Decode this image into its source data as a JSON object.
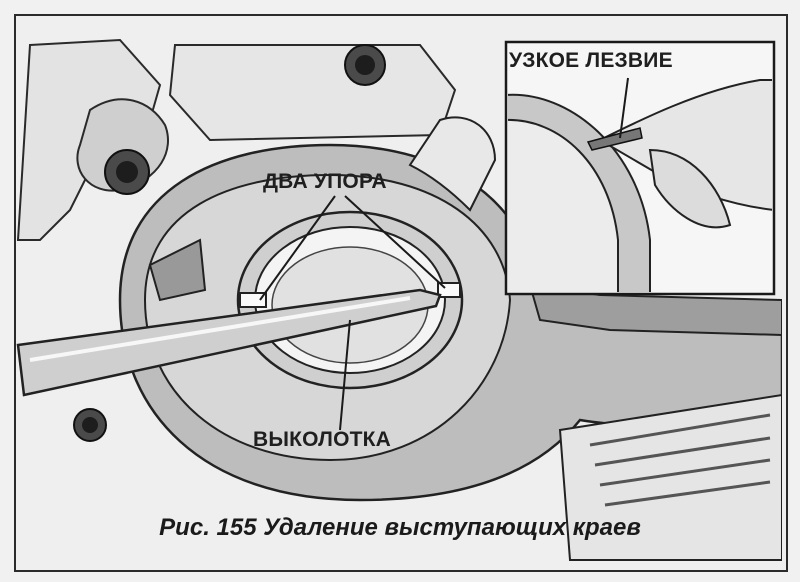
{
  "labels": {
    "two_stops": "ДВА УПОРА",
    "narrow_blade": "УЗКОЕ ЛЕЗВИЕ",
    "punch": "ВЫКОЛОТКА"
  },
  "caption": "Рис. 155 Удаление выступающих краев",
  "colors": {
    "background": "#efefef",
    "ink": "#1f1f1f",
    "shade": "#b9b9b9",
    "light": "#f7f7f7"
  }
}
